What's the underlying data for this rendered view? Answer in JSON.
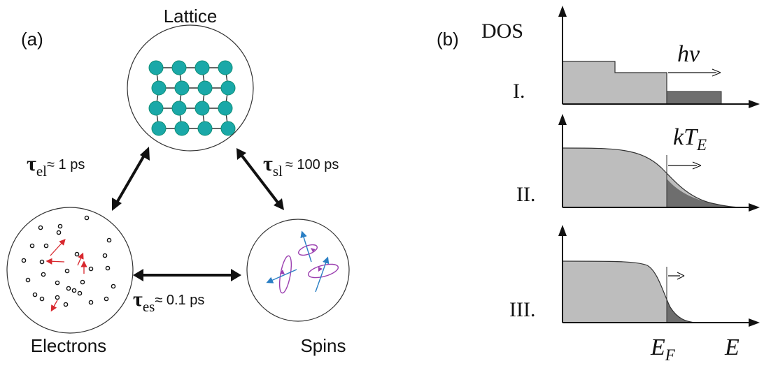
{
  "panel_a": {
    "label": "(a)",
    "nodes": {
      "lattice": "Lattice",
      "electrons": "Electrons",
      "spins": "Spins"
    },
    "couplings": {
      "el": {
        "symbol": "τ",
        "sub": "el",
        "value": "≈ 1 ps"
      },
      "sl": {
        "symbol": "τ",
        "sub": "sl",
        "value": "≈ 100 ps"
      },
      "es": {
        "symbol": "τ",
        "sub": "es",
        "value": "≈ 0.1 ps"
      }
    }
  },
  "panel_b": {
    "label": "(b)",
    "ylabel": "DOS",
    "xlabel": "E",
    "fermi": {
      "main": "E",
      "sub": "F"
    },
    "rows": [
      {
        "label": "I.",
        "annotation": {
          "main": "hν",
          "sub": ""
        }
      },
      {
        "label": "II.",
        "annotation": {
          "main": "kT",
          "sub": "E"
        }
      },
      {
        "label": "III.",
        "annotation": {
          "main": "",
          "sub": ""
        }
      }
    ]
  },
  "colors": {
    "lattice_atom": "#1aa8a8",
    "lattice_atom_edge": "#0f8f77",
    "electron_arrow": "#d8282e",
    "spin_arrow": "#2a7fc4",
    "spin_orbit": "#9b3fb0",
    "dos_light": "#bdbdbd",
    "dos_dark": "#6e6e6e"
  }
}
